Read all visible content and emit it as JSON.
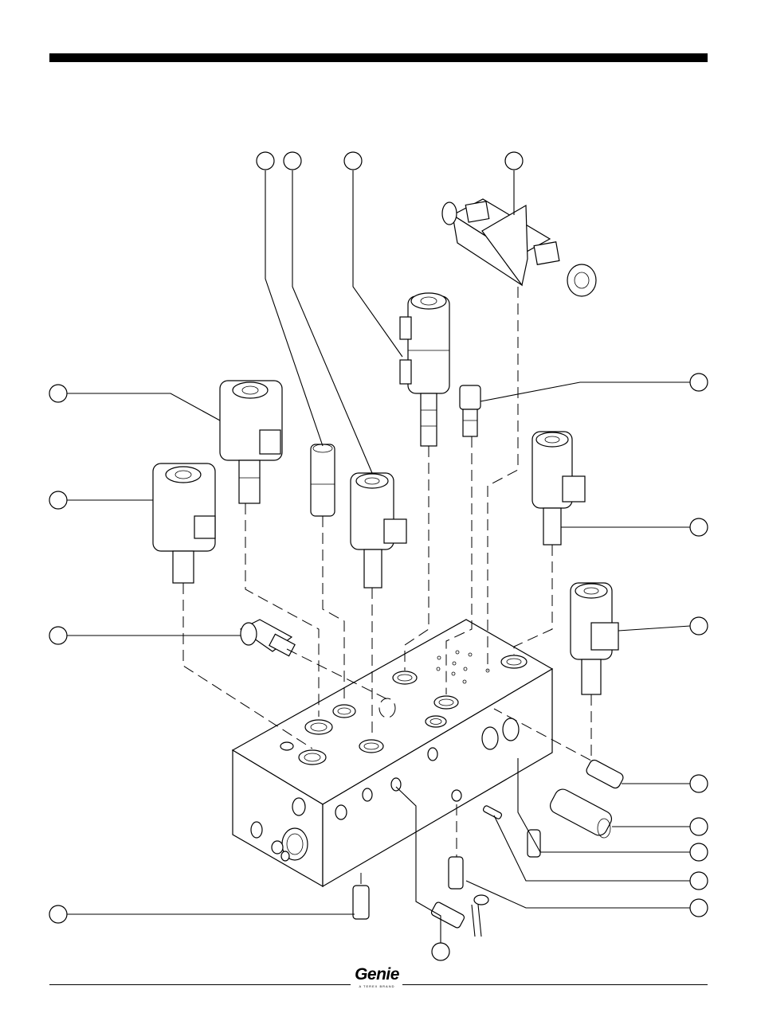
{
  "page": {
    "logo": {
      "word": "Genie",
      "tagline": "A TEREX BRAND",
      "brand_color": "#000000"
    }
  },
  "diagram": {
    "callout_count": 17,
    "line_color": "#000000",
    "background": "#ffffff"
  }
}
